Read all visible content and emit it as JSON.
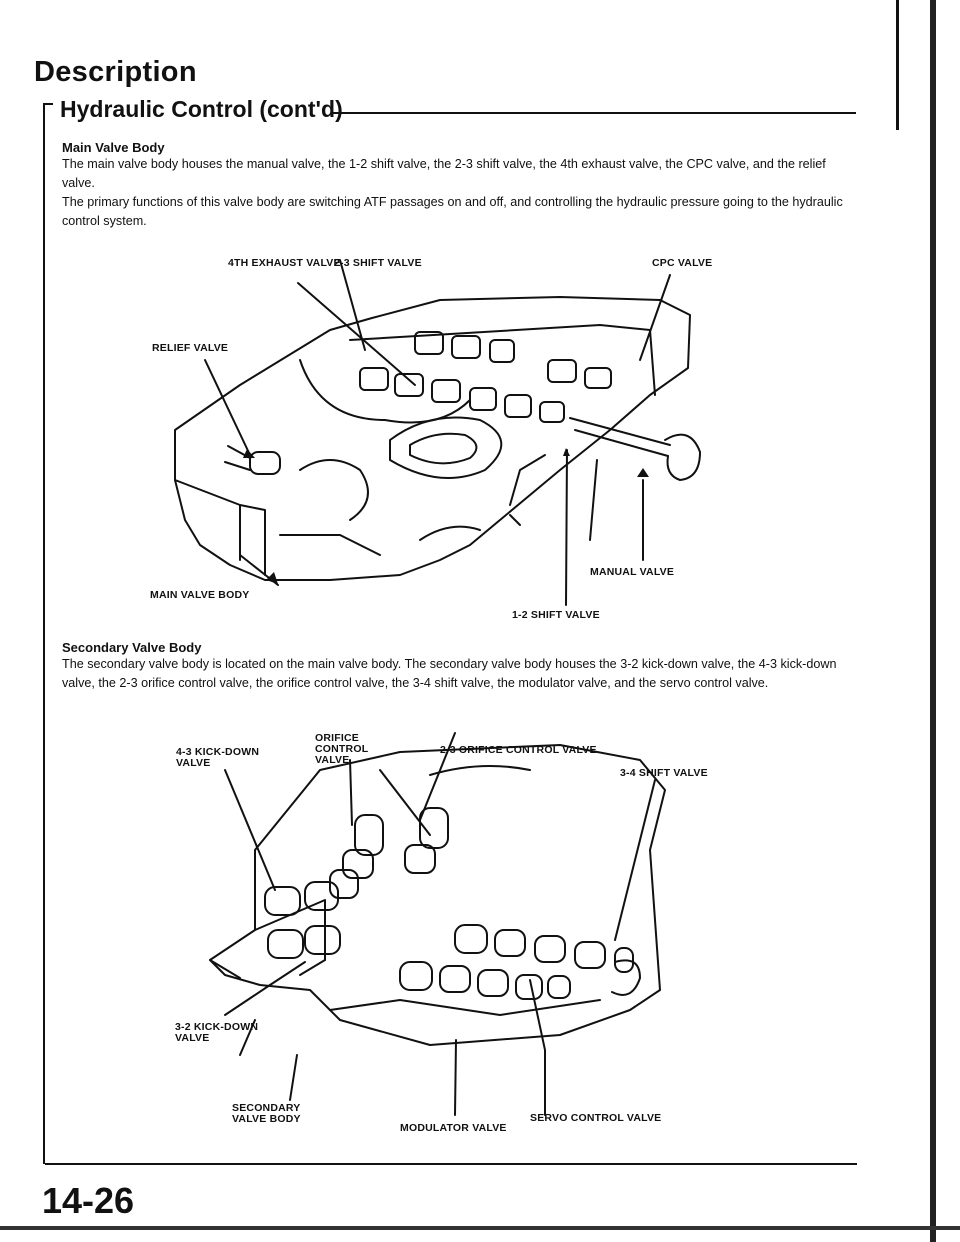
{
  "header": {
    "title": "Description",
    "subtitle": "Hydraulic Control (cont'd)"
  },
  "main_valve_section": {
    "heading": "Main Valve Body",
    "paragraph_1": "The main valve body houses the manual valve, the 1-2 shift valve, the 2-3 shift valve, the 4th exhaust valve, the CPC valve, and the relief valve.",
    "paragraph_2": "The primary functions of this valve body are switching ATF passages on and off, and controlling the hydraulic pressure going to the hydraulic control system.",
    "figure_labels": {
      "fourth_exhaust": "4TH EXHAUST VALVE",
      "shift_2_3": "2-3 SHIFT VALVE",
      "cpc": "CPC VALVE",
      "relief": "RELIEF VALVE",
      "manual": "MANUAL VALVE",
      "main_body": "MAIN VALVE BODY",
      "shift_1_2": "1-2 SHIFT VALVE"
    }
  },
  "secondary_valve_section": {
    "heading": "Secondary Valve Body",
    "paragraph": "The secondary valve body is located on the main valve body. The secondary valve body houses the 3-2 kick-down valve, the 4-3 kick-down valve, the 2-3 orifice control valve, the orifice control valve, the 3-4 shift valve, the modulator valve, and the servo control valve.",
    "figure_labels": {
      "orifice_control": "ORIFICE CONTROL VALVE",
      "kickdown_4_3": "4-3 KICK-DOWN VALVE",
      "orifice_2_3": "2-3 ORIFICE CONTROL VALVE",
      "shift_3_4": "3-4 SHIFT VALVE",
      "kickdown_3_2": "3-2 KICK-DOWN VALVE",
      "secondary_body": "SECONDARY VALVE BODY",
      "modulator": "MODULATOR VALVE",
      "servo_control": "SERVO CONTROL VALVE"
    }
  },
  "footer": {
    "page_number": "14-26"
  }
}
